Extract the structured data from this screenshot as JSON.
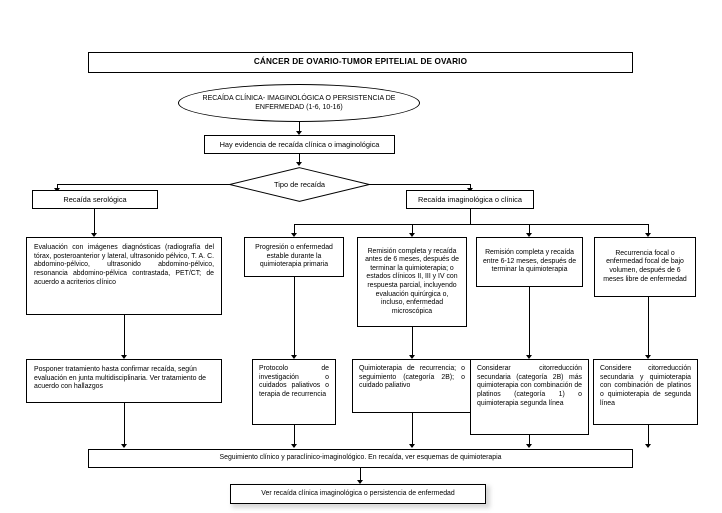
{
  "document": {
    "title": "CÁNCER DE OVARIO-TUMOR EPITELIAL DE OVARIO"
  },
  "nodes": {
    "start_ellipse": "RECAÍDA CLÍNICA- IMAGINOLÓGICA O PERSISTENCIA DE ENFERMEDAD (1-6, 10-16)",
    "evidence_box": "Hay evidencia de recaída clínica o imaginológica",
    "decision": "Tipo de recaída",
    "branch_left": "Recaída serológica",
    "branch_right": "Recaída imaginológica o clínica",
    "serologic_eval": "Evaluación con imágenes diagnósticas (radiografía del tórax, posteroanterior y lateral, ultrasonido pélvico, T. A. C. abdomino-pélvico, ultrasonido abdomino-pélvico, resonancia abdomino-pélvica contrastada, PET/CT; de acuerdo a acriterios clínico",
    "serologic_action": "Posponer tratamiento hasta confirmar recaída, según evaluación en junta multidisciplinaria. Ver tratamiento de acuerdo con hallazgos",
    "scenario_1": "Progresión o enfermedad estable durante la quimioterapia primaria",
    "scenario_2": "Remisión completa y recaída antes de 6 meses, después de terminar la quimioterapia; o estados clínicos II, III y IV con respuesta parcial, incluyendo evaluación quirúrgica o, incluso, enfermedad microscópica",
    "scenario_3": "Remisión completa y recaída entre 6-12 meses, después de terminar la quimioterapia",
    "scenario_4": "Recurrencia focal o enfermedad focal de bajo volumen, después de 6 meses libre de enfermedad",
    "action_1": "Protocolo de investigación o cuidados paliativos o terapia de recurrencia",
    "action_2": "Quimioterapia de recurrencia; o seguimiento (categoría 2B); o cuidado paliativo",
    "action_3": "Considerar citorreducción secundaria (categoría 2B) más quimioterapia con combinación de platinos (categoría 1) o quimioterapia segunda línea",
    "action_4": "Considere citorreducción secundaria y quimioterapia con combinación de platinos o quimioterapia de segunda línea",
    "followup_bar": "Seguimiento clínico y paraclínico-imaginológico. En recaída, ver esquemas de quimioterapia",
    "end_box": "Ver recaída clínica imaginológica o persistencia de enfermedad"
  },
  "colors": {
    "stroke": "#000000",
    "background": "#ffffff",
    "shadow": "#b8b8b8"
  }
}
